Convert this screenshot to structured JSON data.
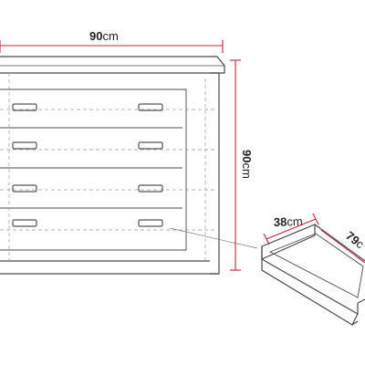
{
  "dimensions": {
    "width": {
      "value": "90",
      "unit": "cm"
    },
    "height": {
      "value": "90",
      "unit": "cm"
    },
    "drawer_width": {
      "value": "38",
      "unit": "cm"
    },
    "drawer_depth": {
      "value": "79",
      "unit": "c"
    }
  },
  "colors": {
    "dimension_line": "#c0283c",
    "outline": "#4a4a4a",
    "hidden_line": "#9a9a9a",
    "handle": "#555555"
  },
  "drawer_count": 4
}
